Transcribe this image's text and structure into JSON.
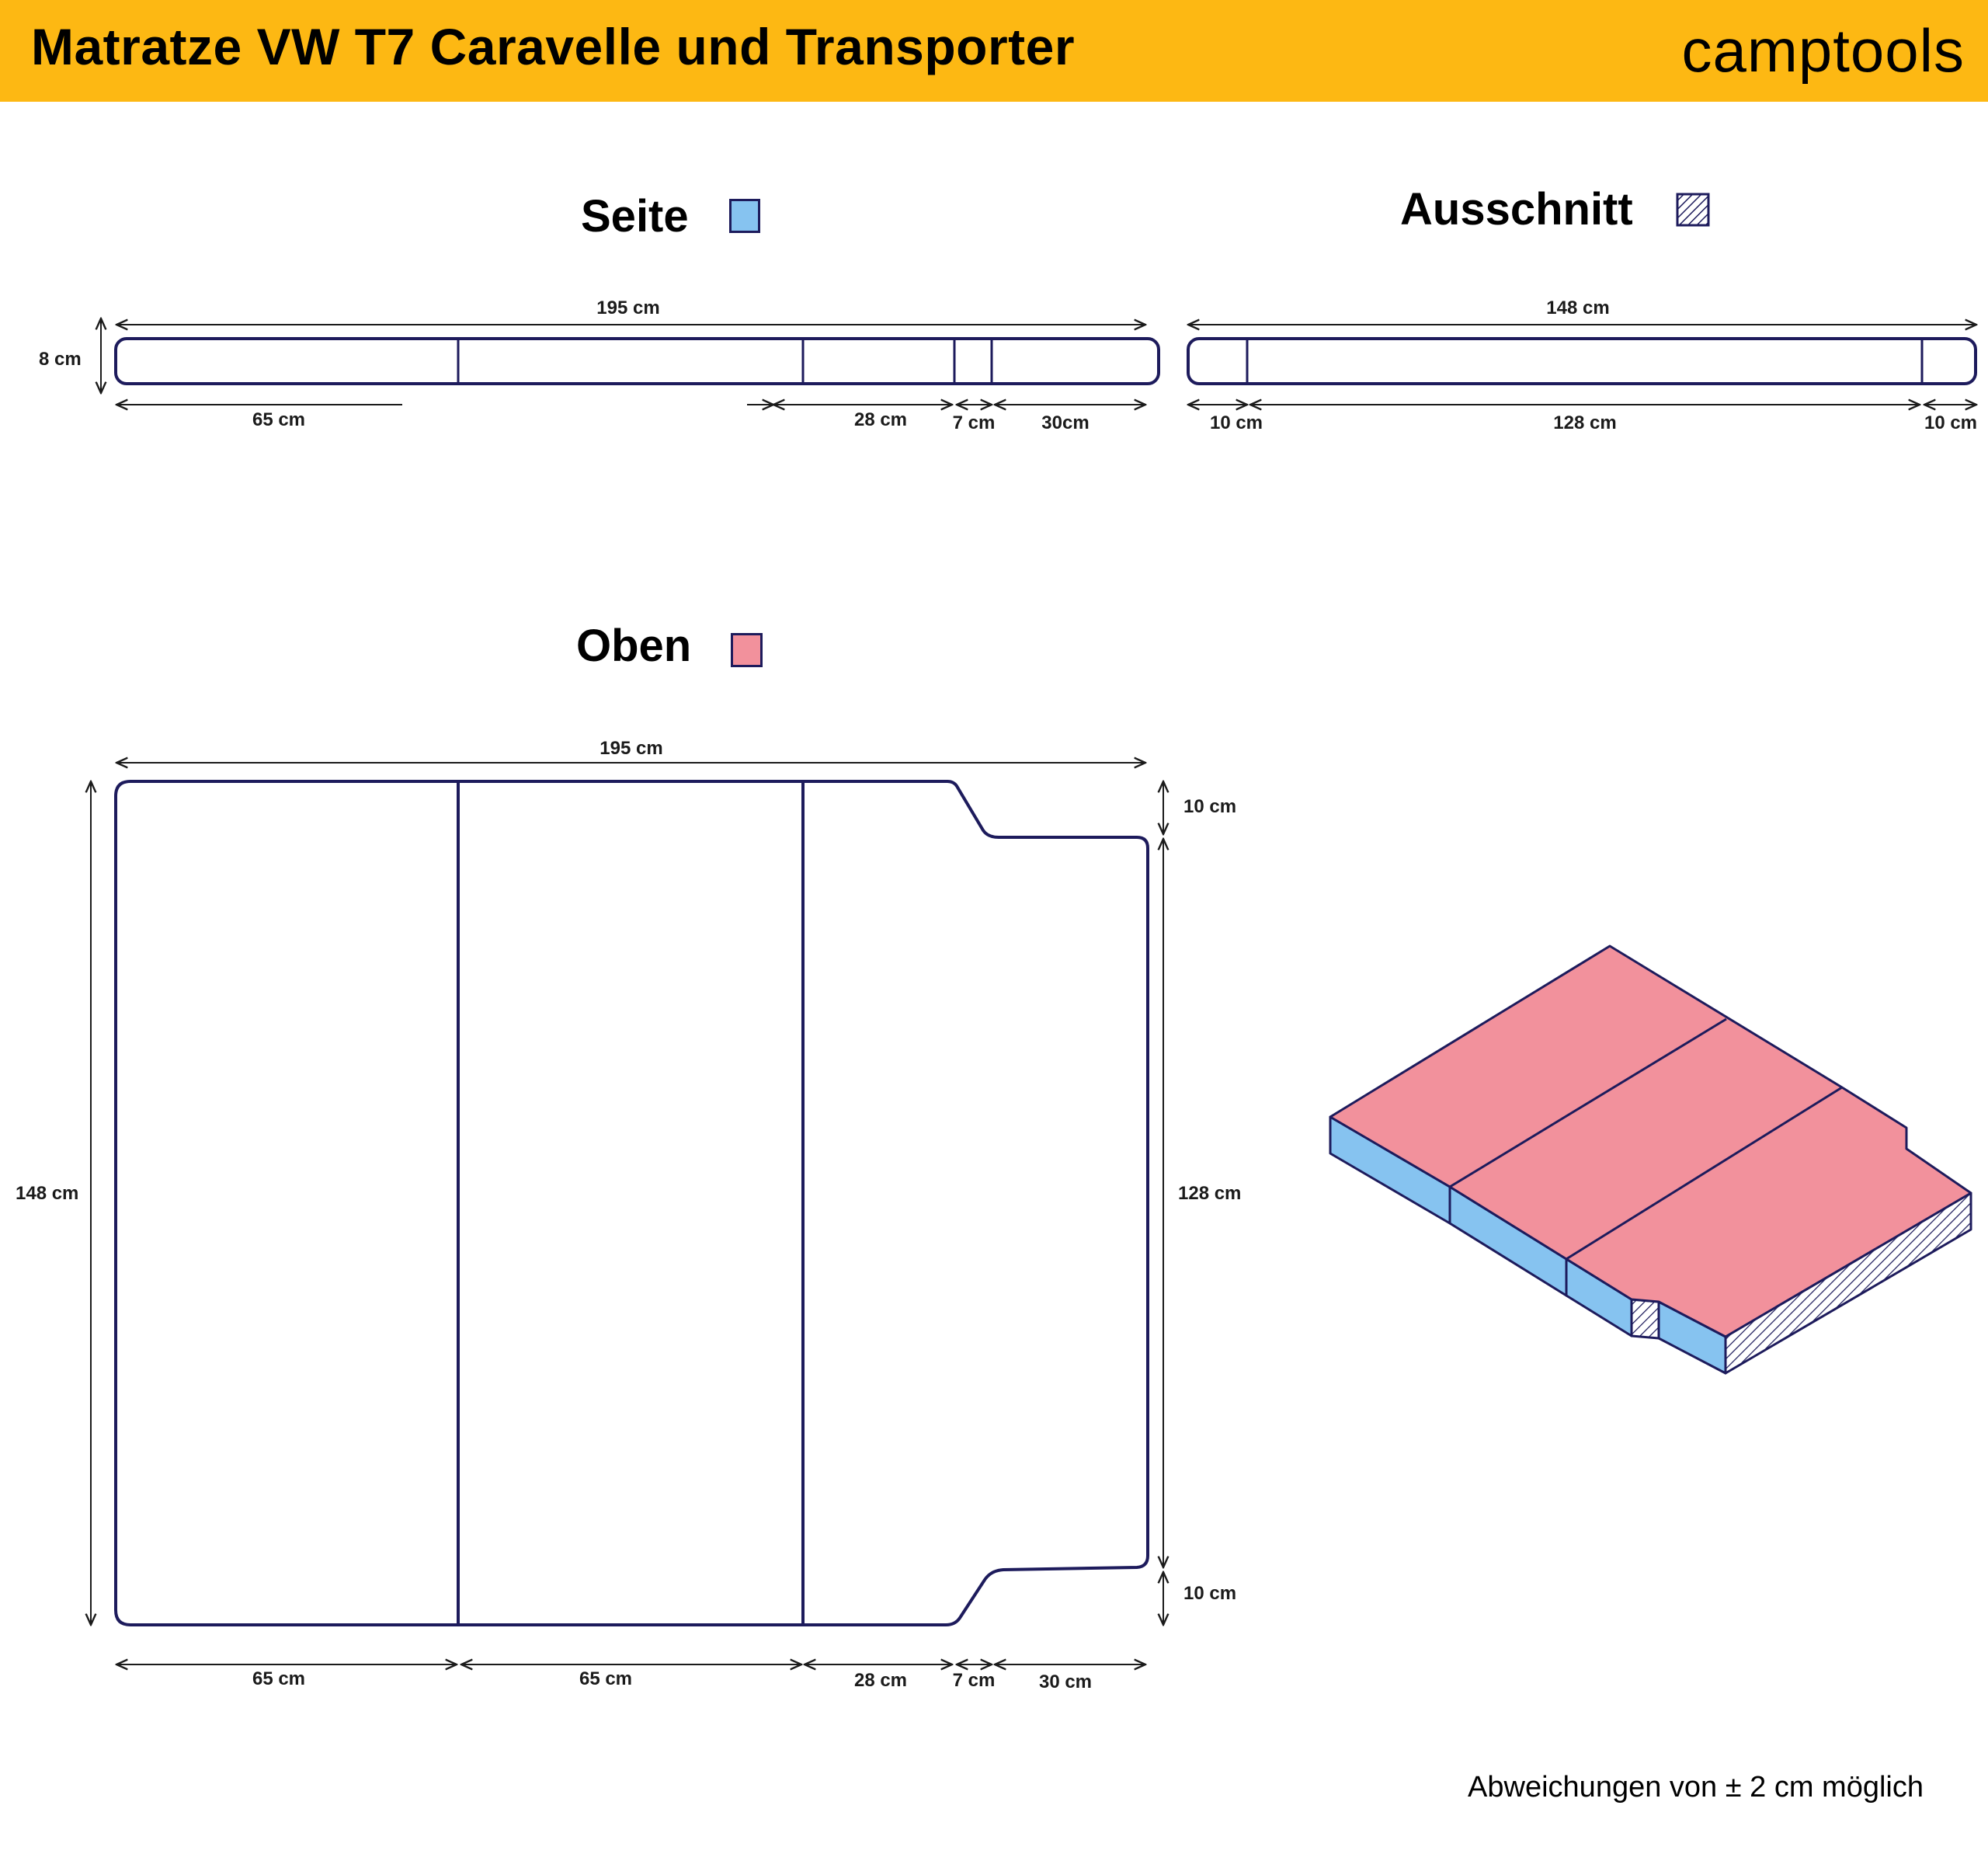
{
  "header": {
    "title": "Matratze VW T7 Caravelle und Transporter",
    "brand": "camptools",
    "background_color": "#FDB813"
  },
  "colors": {
    "outline": "#1d1b5c",
    "side_blue": "#86C3F0",
    "top_pink": "#F2919C"
  },
  "legend": {
    "side": {
      "label": "Seite",
      "color": "#86C3F0"
    },
    "cutout": {
      "label": "Ausschnitt",
      "pattern": "diagonal-hatch"
    },
    "top": {
      "label": "Oben",
      "color": "#F2919C"
    }
  },
  "side_view": {
    "total_length": "195 cm",
    "height": "8 cm",
    "segments": [
      "65 cm",
      "28 cm",
      "7 cm",
      "30cm"
    ]
  },
  "cutout_view": {
    "total_width": "148 cm",
    "segments": [
      "10 cm",
      "128 cm",
      "10 cm"
    ]
  },
  "top_view": {
    "total_length": "195 cm",
    "total_width": "148 cm",
    "narrow_width": "128 cm",
    "notch_top": "10 cm",
    "notch_bottom": "10 cm",
    "segments": [
      "65 cm",
      "65 cm",
      "28 cm",
      "7 cm",
      "30 cm"
    ]
  },
  "footer_note": "Abweichungen von ± 2 cm möglich"
}
